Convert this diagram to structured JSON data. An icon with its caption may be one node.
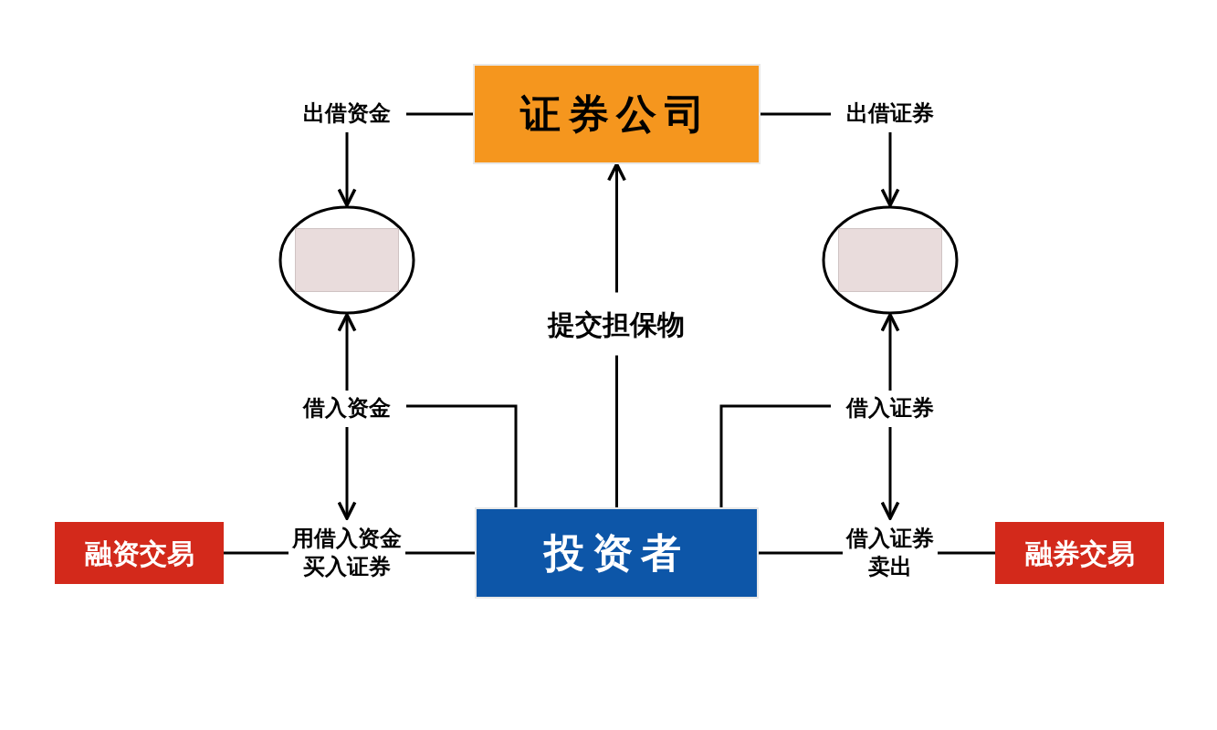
{
  "diagram": {
    "nodes": [
      {
        "text": [
          "证券公司"
        ]
      },
      {
        "text": [
          "出借资金"
        ]
      },
      {
        "text": [
          "出借证券"
        ]
      },
      {
        "text": [],
        "shape": "picture"
      },
      {
        "text": [],
        "shape": "picture"
      },
      {
        "text": [
          "借入资金"
        ]
      },
      {
        "text": [
          "借入证券"
        ]
      },
      {
        "text": [
          "融资交易"
        ]
      },
      {
        "text": [
          "用借入资金买入证券"
        ]
      },
      {
        "text": [
          "投资者"
        ]
      },
      {
        "text": [
          "借入证券卖出"
        ]
      },
      {
        "text": [
          "融券交易"
        ]
      }
    ],
    "edges": [
      {
        "from": 1,
        "to": 0,
        "arrow": "none"
      },
      {
        "from": 0,
        "to": 2,
        "arrow": "none"
      },
      {
        "from": 1,
        "to": 3,
        "arrow": "to"
      },
      {
        "from": 2,
        "to": 4,
        "arrow": "to"
      },
      {
        "from": 5,
        "to": 3,
        "arrow": "to"
      },
      {
        "from": 6,
        "to": 4,
        "arrow": "to"
      },
      {
        "from": 5,
        "to": 8,
        "arrow": "to"
      },
      {
        "from": 6,
        "to": 10,
        "arrow": "to"
      },
      {
        "from": 9,
        "to": 0,
        "arrow": "to",
        "label": "提交担保物"
      },
      {
        "from": 5,
        "to": 9,
        "arrow": "none"
      },
      {
        "from": 6,
        "to": 9,
        "arrow": "none"
      },
      {
        "from": 7,
        "to": 8,
        "arrow": "none"
      },
      {
        "from": 8,
        "to": 9,
        "arrow": "none"
      },
      {
        "from": 9,
        "to": 10,
        "arrow": "none"
      },
      {
        "from": 10,
        "to": 11,
        "arrow": "none"
      }
    ]
  }
}
